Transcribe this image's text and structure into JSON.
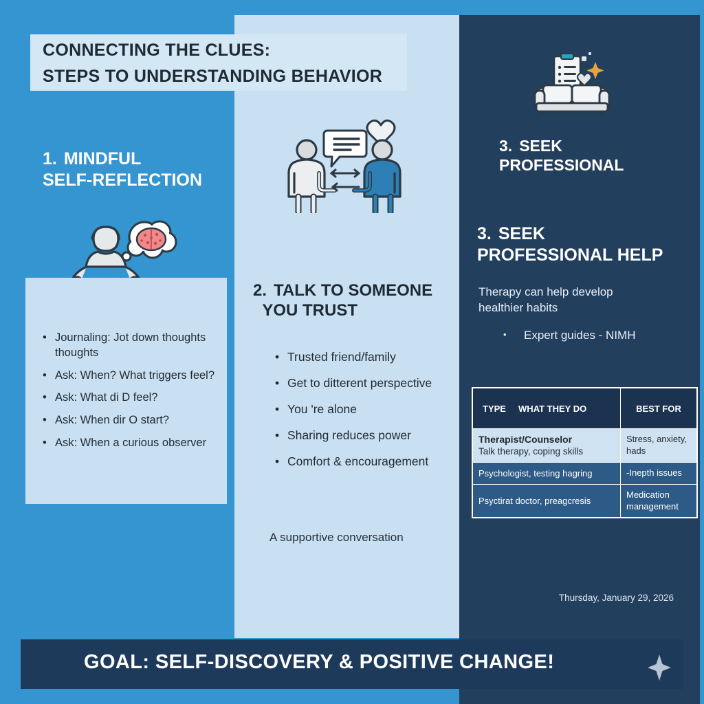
{
  "poster": {
    "title_line1": "CONNECTING THE CLUES:",
    "title_line2": "STEPS TO UNDERSTANDING BEHAVIOR",
    "colors": {
      "column_left": "#3595d0",
      "column_middle": "#c9e0f2",
      "column_right": "#223f5e",
      "footer": "#1e3a5a",
      "panel_light": "#c9e0f2",
      "table_header": "#1b3350",
      "table_row_light": "#cfe2f1",
      "table_row_dark": "#2d5a86"
    }
  },
  "step1": {
    "number": "1.",
    "heading_line1": "MINDFUL",
    "heading_line2": "SELF-REFLECTION",
    "icon": "meditating-person-icon",
    "bullets": [
      "Journaling: Jot down thoughts thoughts",
      "Ask: When? What triggers feel?",
      "Ask: What di D feel?",
      "Ask: When dir O start?",
      "Ask: When a curious observer"
    ]
  },
  "step2": {
    "number": "2.",
    "heading_line1": "TALK TO SOMEONE",
    "heading_line2": "YOU TRUST",
    "icon": "two-people-conversation-icon",
    "bullets": [
      "Trusted friend/family",
      "Get to ditterent perspective",
      "You   're alone",
      "Sharing reduces power",
      "Comfort & encouragement"
    ],
    "caption": "A supportive conversation"
  },
  "step3": {
    "number": "3.",
    "heading_top_line1": "SEEK",
    "heading_top_line2": "PROFESSIONAL",
    "heading_main_line1": "SEEK",
    "heading_main_line2": "PROFESSIONAL HELP",
    "icon": "therapy-couch-clipboard-icon",
    "subtitle": "Therapy can help develop healthier habits",
    "bullets": [
      "Expert guides - NIMH"
    ],
    "table": {
      "headers": [
        "TYPE",
        "WHAT THEY DO",
        "BEST FOR"
      ],
      "rows": [
        {
          "type": "Therapist/Counselor",
          "what": "Talk therapy, coping skills",
          "best": "Stress, anxiety, hads",
          "style": "light"
        },
        {
          "type": "Psychologist, testing hagring",
          "what": "",
          "best": "-Inepth issues",
          "style": "dark"
        },
        {
          "type": "Psyctirat doctor, preagcresis",
          "what": "",
          "best": "Medication management",
          "style": "dark"
        }
      ]
    },
    "date": "Thursday, January 29, 2026"
  },
  "footer": {
    "text": "GOAL: SELF-DISCOVERY & POSITIVE CHANGE!",
    "icon": "sparkle-icon"
  }
}
